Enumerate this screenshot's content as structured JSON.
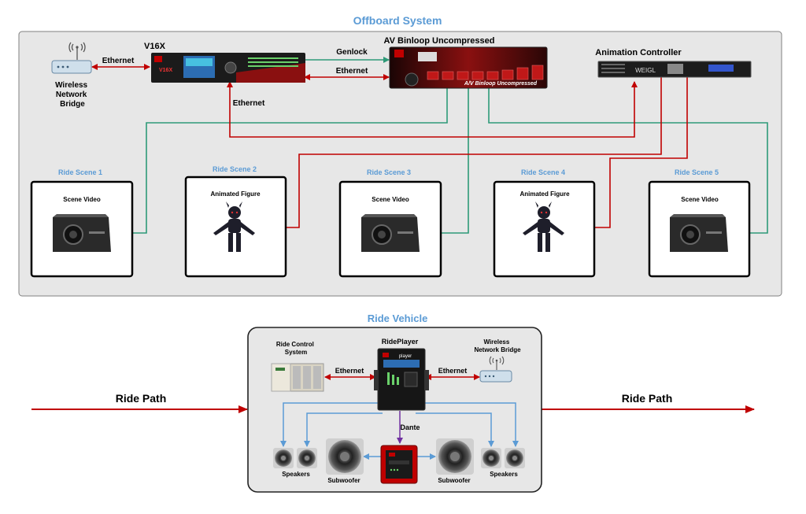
{
  "offboard": {
    "title": "Offboard System",
    "wireless_bridge": [
      "Wireless",
      "Network",
      "Bridge"
    ],
    "v16x": "V16X",
    "v16x_brand": "V16X",
    "av_binloop": "AV Binloop Uncompressed",
    "av_binloop_panel": "A/V Binloop Uncompressed",
    "animation_controller": "Animation Controller",
    "weigl_brand": "WEIGL",
    "links": {
      "ethernet_bridge": "Ethernet",
      "genlock": "Genlock",
      "ethernet_binloop": "Ethernet",
      "ethernet_down": "Ethernet"
    },
    "scenes": [
      {
        "title": "Ride Scene 1",
        "content": "Scene Video",
        "kind": "projector"
      },
      {
        "title": "Ride Scene 2",
        "content": "Animated Figure",
        "kind": "figure"
      },
      {
        "title": "Ride Scene 3",
        "content": "Scene Video",
        "kind": "projector"
      },
      {
        "title": "Ride Scene 4",
        "content": "Animated Figure",
        "kind": "figure"
      },
      {
        "title": "Ride Scene 5",
        "content": "Scene Video",
        "kind": "projector"
      }
    ]
  },
  "vehicle": {
    "title": "Ride Vehicle",
    "ride_path_left": "Ride Path",
    "ride_path_right": "Ride Path",
    "ride_control": [
      "Ride Control",
      "System"
    ],
    "rideplayer": "RidePlayer",
    "rideplayer_brand": "player",
    "wireless_bridge": [
      "Wireless",
      "Network Bridge"
    ],
    "ethernet_left": "Ethernet",
    "ethernet_right": "Ethernet",
    "dante": "Dante",
    "speakers_left": "Speakers",
    "speakers_right": "Speakers",
    "subwoofer_left": "Subwoofer",
    "subwoofer_right": "Subwoofer"
  },
  "colors": {
    "ethernet": "#c00000",
    "video": "#2e9a78",
    "audio": "#5b9bd5",
    "dante": "#7030a0",
    "title_blue": "#5b9bd5",
    "panel_bg": "#e7e7e7"
  }
}
